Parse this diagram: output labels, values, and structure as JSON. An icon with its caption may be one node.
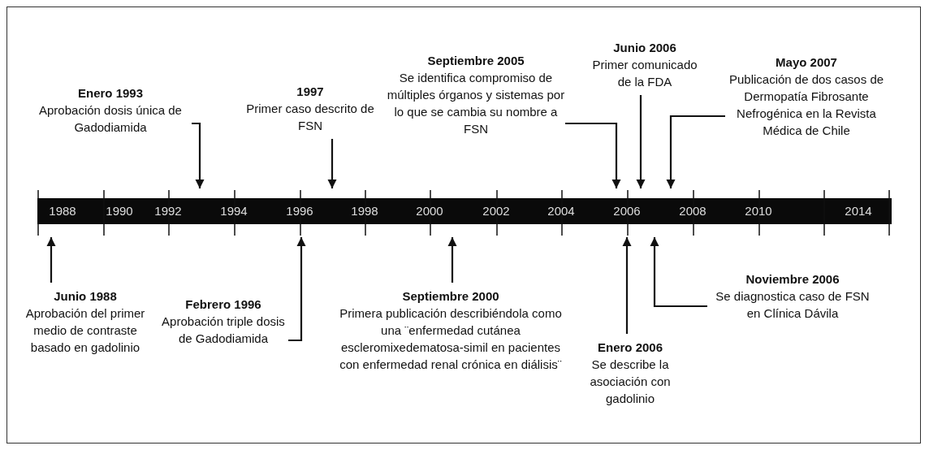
{
  "diagram": {
    "nodes": [
      {
        "text": [
          "Enero 1993",
          "Aprobación dosis única de Gadodiamida"
        ]
      },
      {
        "text": [
          "1997",
          "Primer caso descrito de FSN"
        ]
      },
      {
        "text": [
          "Septiembre 2005",
          "Se identifica compromiso de múltiples órganos y sistemas por lo que se cambia su nombre a FSN"
        ]
      },
      {
        "text": [
          "Junio 2006",
          "Primer comunicado de la FDA"
        ]
      },
      {
        "text": [
          "Mayo 2007",
          "Publicación de dos casos de Dermopatía Fibrosante Nefrogénica en la Revista Médica de Chile"
        ]
      },
      {
        "text": [],
        "shape": "bar"
      },
      {
        "text": [
          "Junio 1988",
          "Aprobación del primer medio de contraste basado en gadolinio"
        ]
      },
      {
        "text": [
          "Febrero 1996",
          "Aprobación triple dosis de Gadodiamida"
        ]
      },
      {
        "text": [
          "Septiembre 2000",
          "Primera publicación describiéndola como una ¨enfermedad cutánea escleromixedematosa-simil en pacientes con enfermedad renal crónica en diálisis¨"
        ]
      },
      {
        "text": [
          "Enero 2006",
          "Se describe la asociación con gadolinio"
        ]
      },
      {
        "text": [
          "Noviembre 2006",
          "Se diagnostica caso de FSN en Clínica Dávila"
        ]
      }
    ],
    "edges": [
      {
        "from": 0,
        "to": 5,
        "arrow": "to"
      },
      {
        "from": 1,
        "to": 5,
        "arrow": "to"
      },
      {
        "from": 2,
        "to": 5,
        "arrow": "to"
      },
      {
        "from": 3,
        "to": 5,
        "arrow": "to"
      },
      {
        "from": 4,
        "to": 5,
        "arrow": "to"
      },
      {
        "from": 6,
        "to": 5,
        "arrow": "to"
      },
      {
        "from": 7,
        "to": 5,
        "arrow": "to"
      },
      {
        "from": 8,
        "to": 5,
        "arrow": "to"
      },
      {
        "from": 9,
        "to": 5,
        "arrow": "to"
      },
      {
        "from": 10,
        "to": 5,
        "arrow": "to"
      }
    ],
    "labels": [
      "1988",
      "1990",
      "1992",
      "1994",
      "1996",
      "1998",
      "2000",
      "2002",
      "2004",
      "2006",
      "2008",
      "2010",
      "2014"
    ]
  }
}
